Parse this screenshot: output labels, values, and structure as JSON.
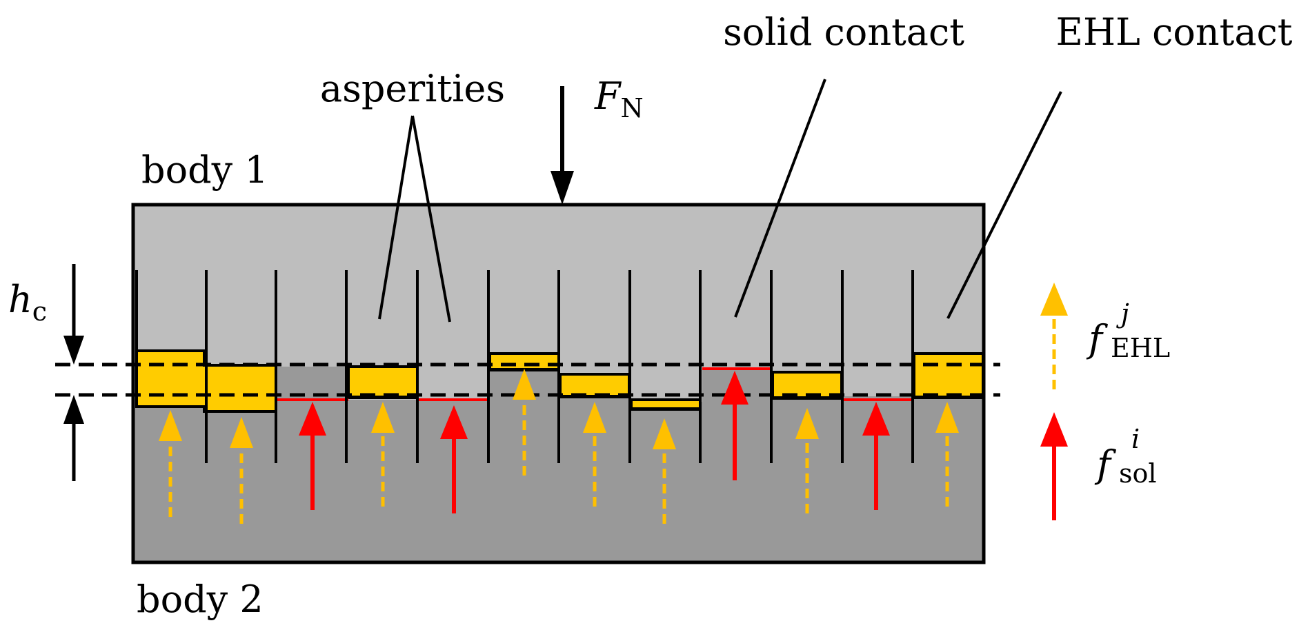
{
  "labels": {
    "asperities": "asperities",
    "solid_contact": "solid contact",
    "ehl_contact": "EHL contact",
    "body1": "body 1",
    "body2": "body 2",
    "force_symbol": "F",
    "force_sub": "N",
    "hc_symbol": "h",
    "hc_sub": "c",
    "f_ehl_symbol": "f",
    "f_ehl_sup": "j",
    "f_ehl_sub": "EHL",
    "f_sol_symbol": "f",
    "f_sol_sup": "i",
    "f_sol_sub": "sol"
  },
  "colors": {
    "body1": "#bebebe",
    "body2": "#999999",
    "lubricant": "#ffcc00",
    "solid_force": "#ff0000",
    "ehl_force": "#ffc000",
    "line": "#000000"
  }
}
